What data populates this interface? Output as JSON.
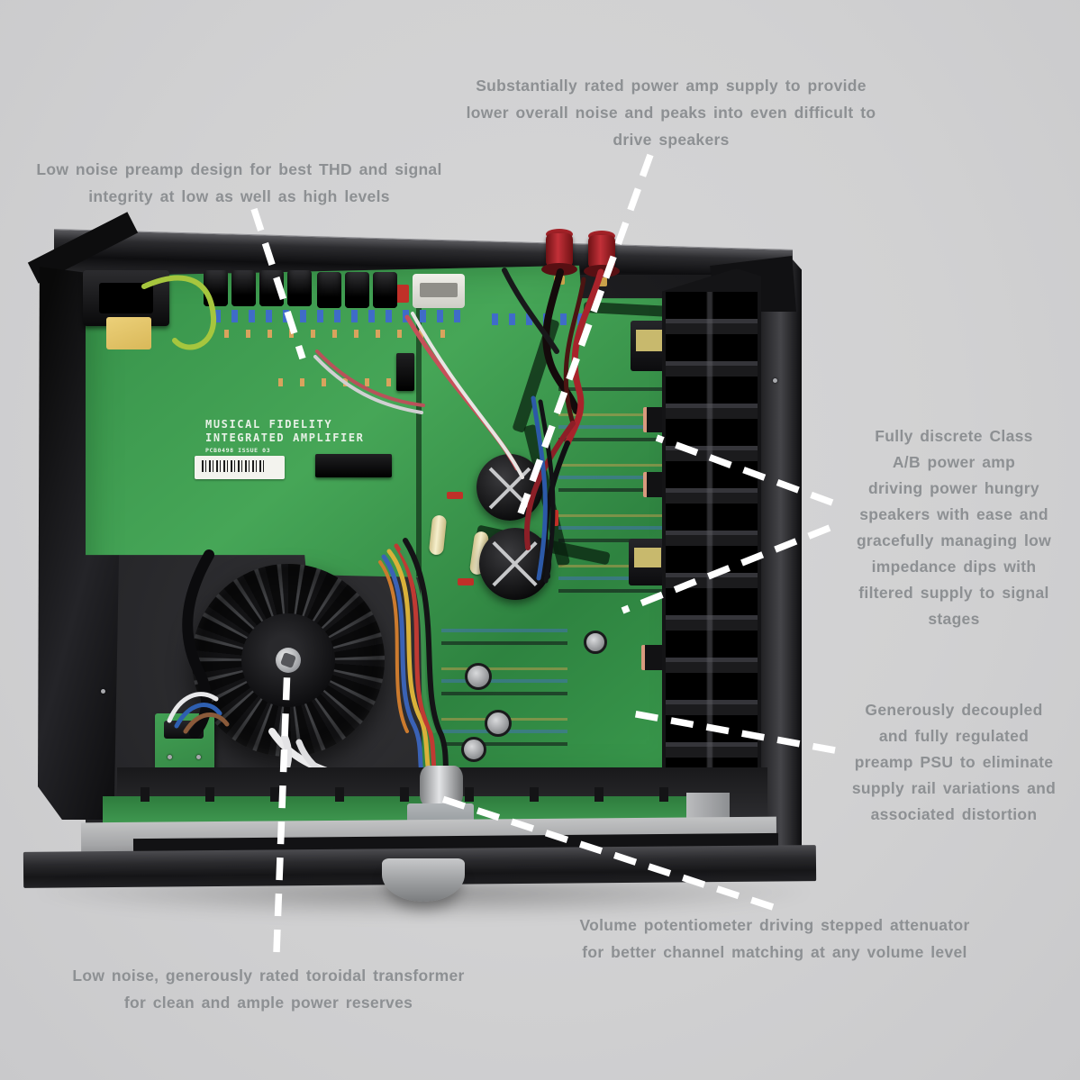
{
  "page": {
    "background_color": "#d2d2d3",
    "subject": "Integrated amplifier internal view with feature callouts"
  },
  "colors": {
    "callout_text": "#8d9093",
    "leader_line": "#ffffff",
    "pcb_green": "#3a9549",
    "chassis_black": "#141416",
    "binding_post_red": "#a8232b",
    "front_shelf_gray": "#b2b3b5"
  },
  "callouts": {
    "power_supply": {
      "text": "Substantially rated power amp supply to provide\nlower overall noise and peaks into even difficult to\ndrive speakers"
    },
    "preamp": {
      "text": "Low noise preamp design for best THD and signal\nintegrity at low as well as high levels"
    },
    "power_amp": {
      "text": "Fully discrete Class\nA/B power amp\ndriving power hungry\nspeakers with ease and\ngracefully managing low\nimpedance dips with\nfiltered supply to signal\nstages"
    },
    "preamp_psu": {
      "text": "Generously decoupled\nand fully regulated\npreamp PSU to eliminate\nsupply rail variations and\nassociated distortion"
    },
    "volume": {
      "text": "Volume potentiometer driving stepped attenuator\nfor better channel matching at any volume level"
    },
    "transformer": {
      "text": "Low noise, generously rated toroidal transformer\nfor clean and ample power reserves"
    }
  },
  "pcb": {
    "brand_line1": "MUSICAL FIDELITY",
    "brand_line2": "INTEGRATED AMPLIFIER",
    "issue": "PCB0498 ISSUE 03"
  }
}
